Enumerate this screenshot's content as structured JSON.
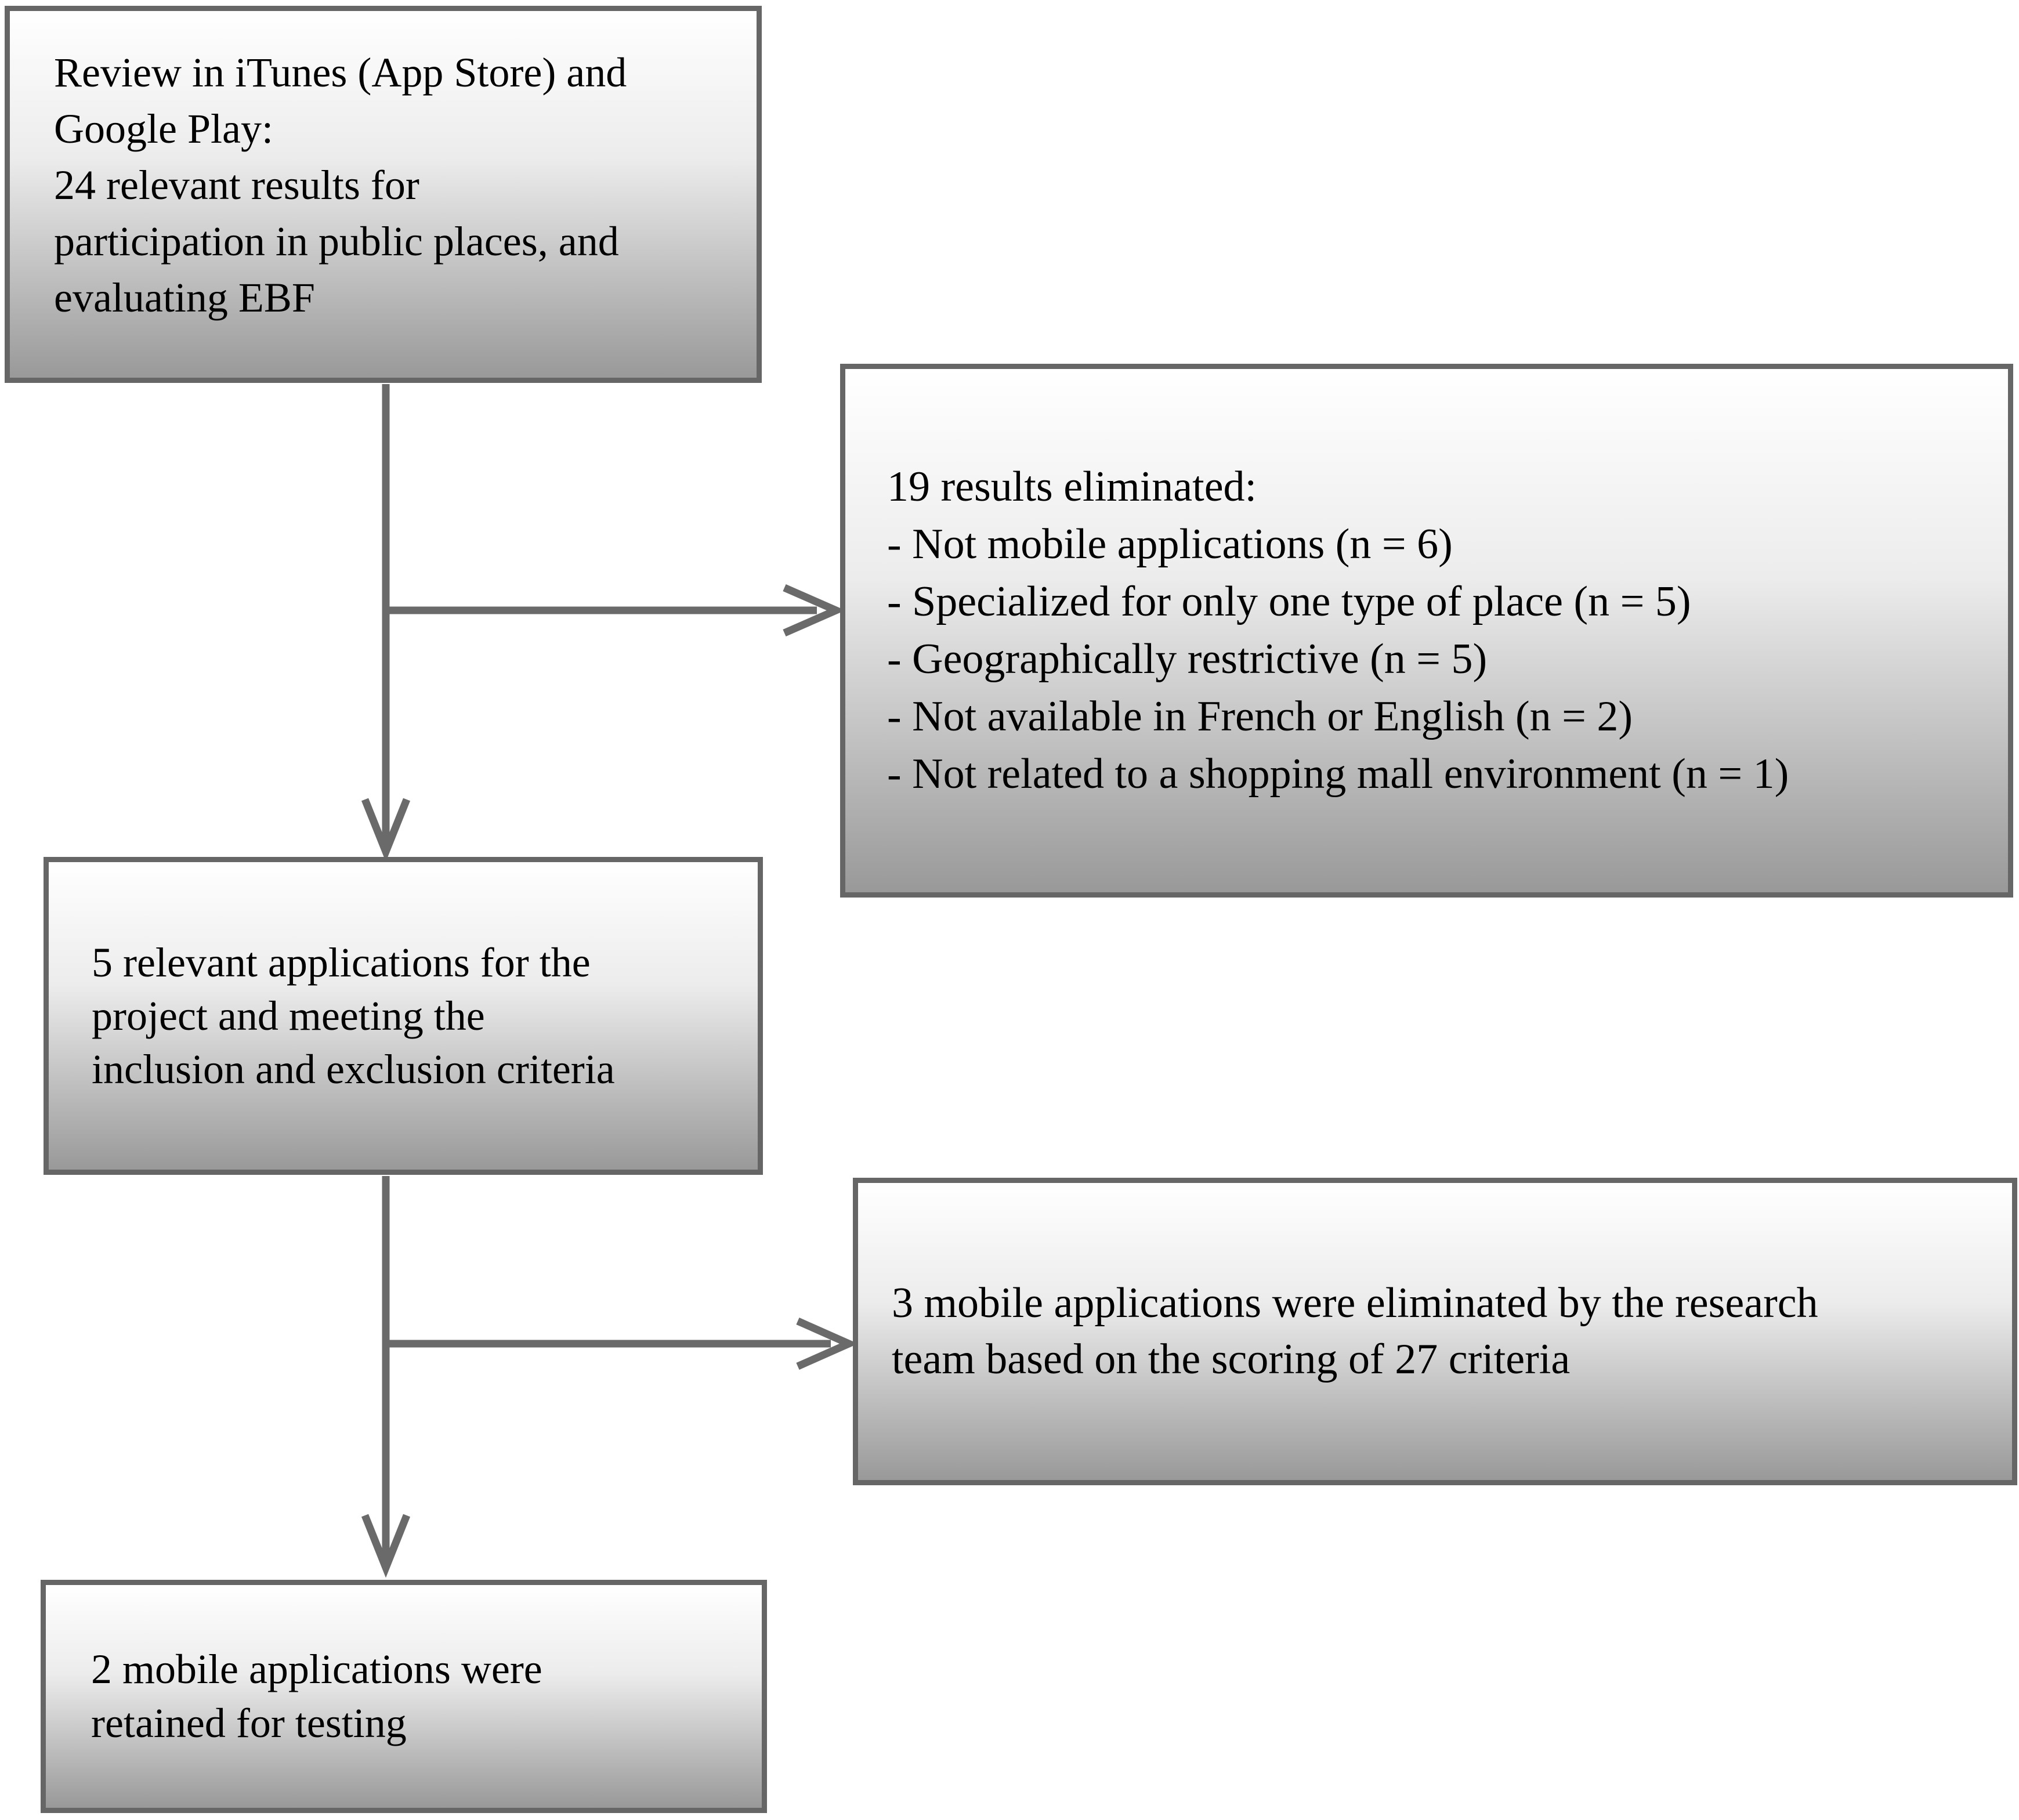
{
  "diagram_type": "flowchart",
  "colors": {
    "box_border": "#666666",
    "box_gradient_top": "#ffffff",
    "box_gradient_mid": "#ececec",
    "box_gradient_bottom": "#999999",
    "arrow": "#6a6a6a",
    "text": "#000000",
    "background": "#ffffff"
  },
  "boxes": {
    "review": {
      "lines": [
        "Review in iTunes (App Store) and",
        "Google Play:",
        "24 relevant results for",
        "participation in public places, and",
        "evaluating EBF"
      ]
    },
    "eliminated_19": {
      "lines": [
        "19 results eliminated:",
        "- Not mobile applications (n = 6)",
        "- Specialized for only one type of place (n = 5)",
        "- Geographically restrictive (n = 5)",
        "- Not available in French or English (n = 2)",
        "- Not related to a shopping mall environment (n = 1)"
      ]
    },
    "relevant_5": {
      "lines": [
        "5 relevant applications for the",
        "project and meeting the",
        "inclusion and exclusion criteria"
      ]
    },
    "eliminated_3": {
      "lines": [
        "3 mobile applications were eliminated by the research",
        "team based on the scoring of 27 criteria"
      ]
    },
    "retained_2": {
      "lines": [
        "2 mobile applications were",
        "retained for testing"
      ]
    }
  },
  "connections": [
    {
      "from": "review",
      "to": "relevant_5",
      "direction": "down"
    },
    {
      "from": "review",
      "to": "eliminated_19",
      "direction": "right"
    },
    {
      "from": "relevant_5",
      "to": "retained_2",
      "direction": "down"
    },
    {
      "from": "relevant_5",
      "to": "eliminated_3",
      "direction": "right"
    }
  ]
}
